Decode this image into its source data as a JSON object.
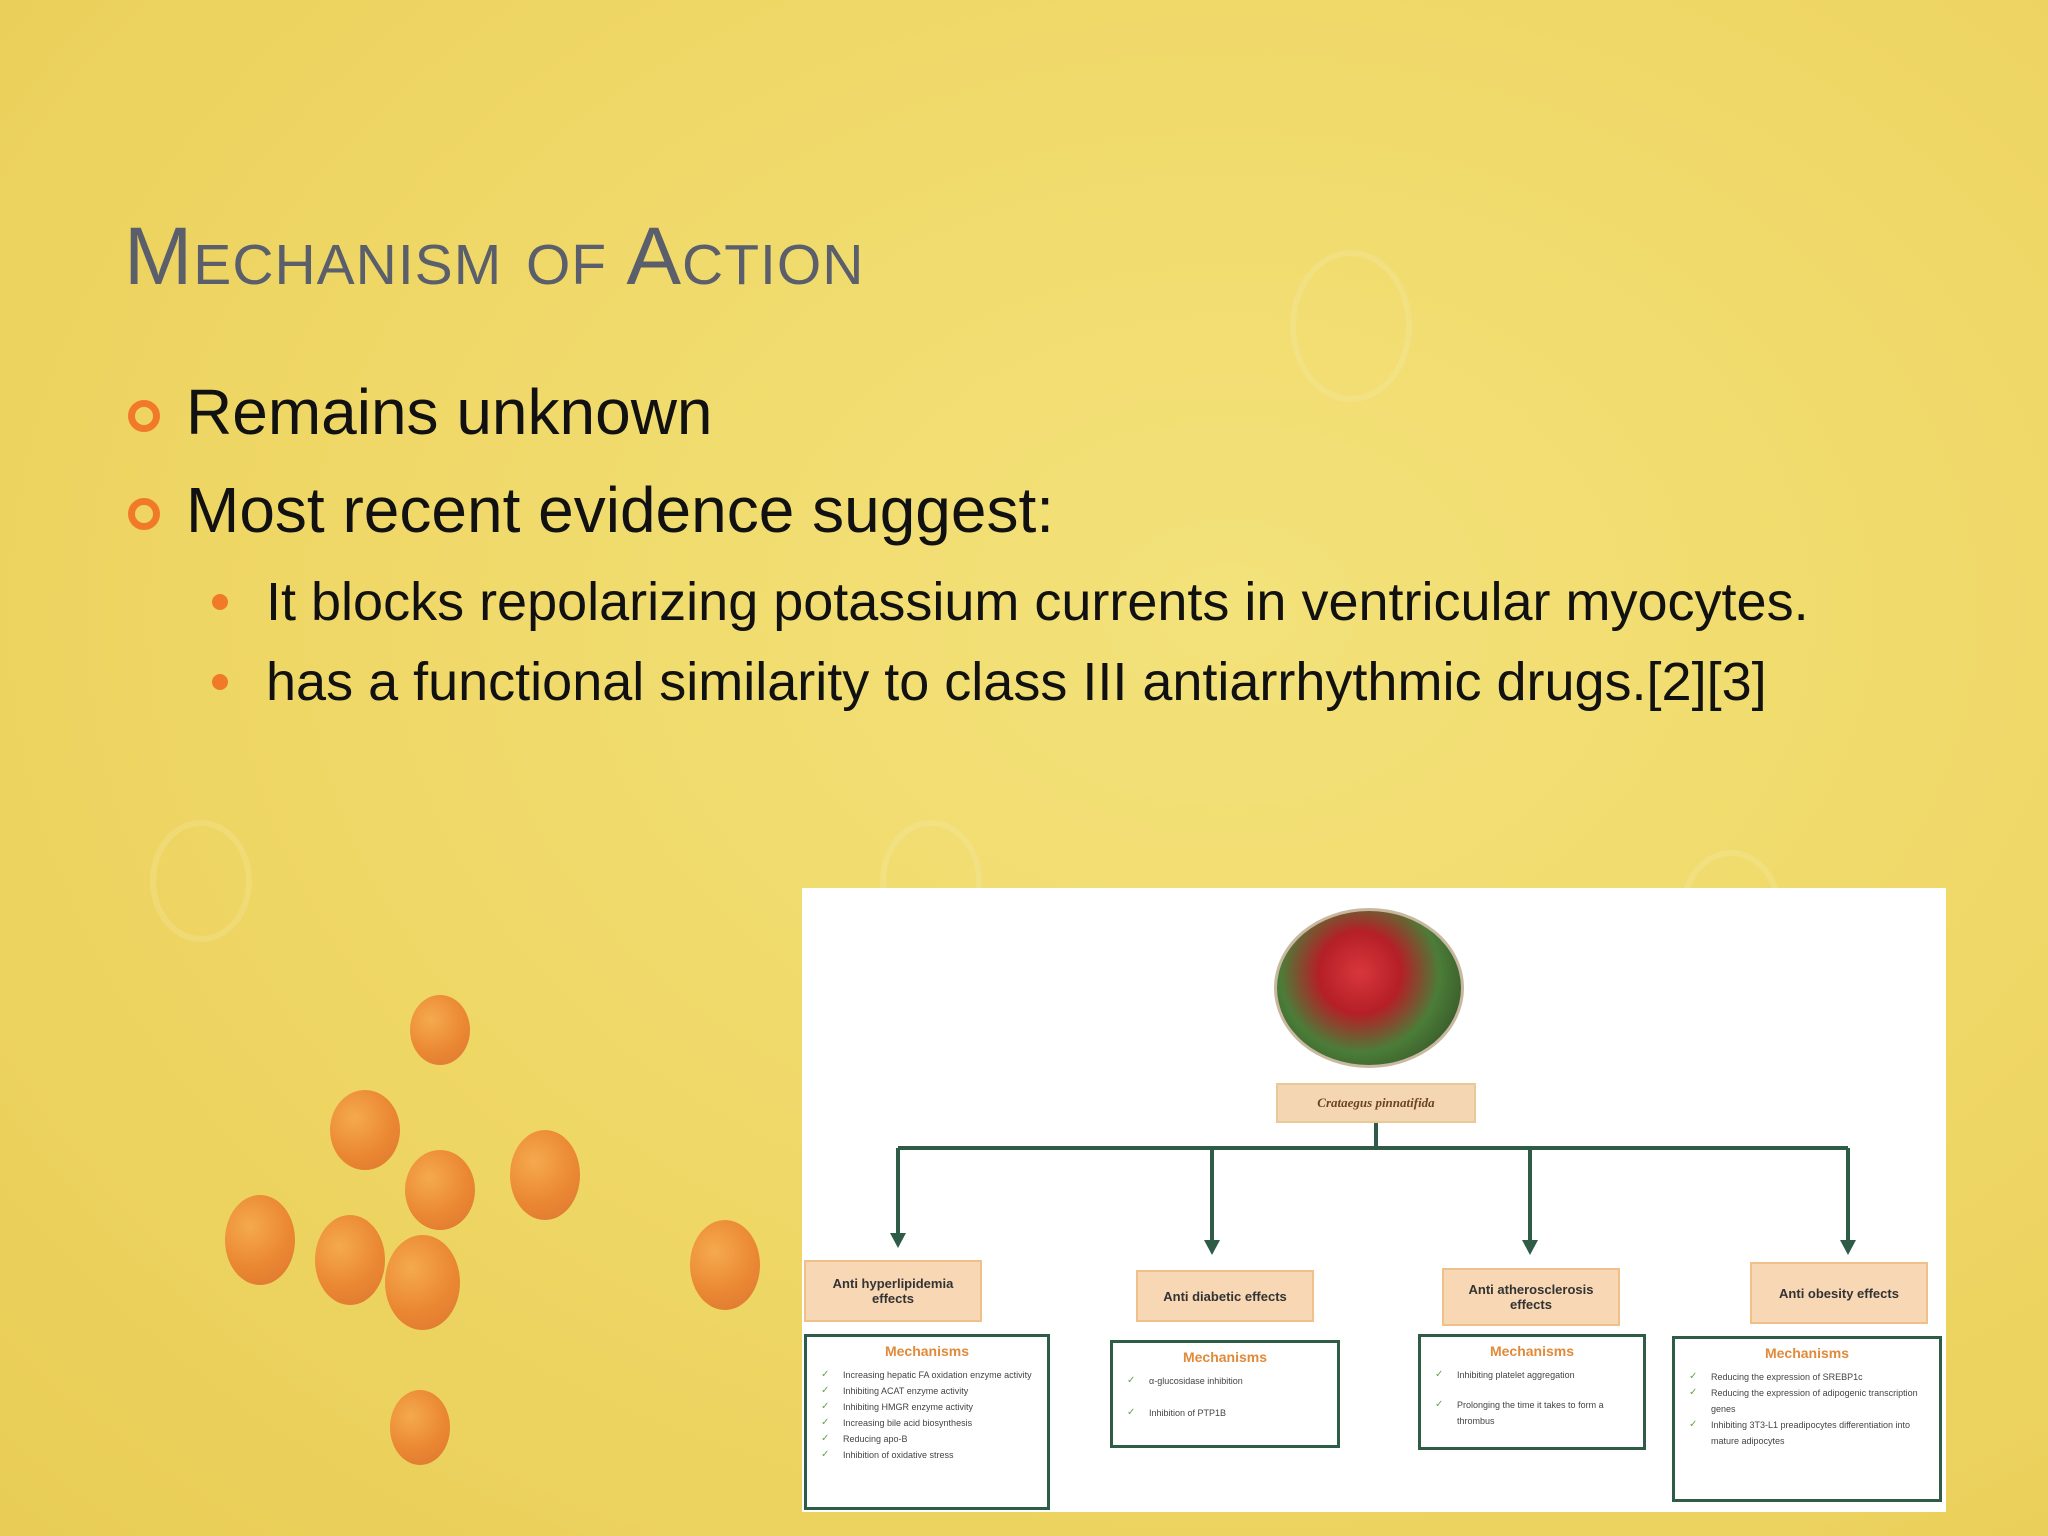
{
  "slide": {
    "title": "Mechanism of Action",
    "bullets": [
      {
        "text": "Remains unknown"
      },
      {
        "text": "Most recent evidence suggest:"
      }
    ],
    "sub_bullets": [
      {
        "text": "It blocks repolarizing potassium currents in ventricular myocytes."
      },
      {
        "text": "has a functional similarity to class III antiarrhythmic drugs.[2][3]"
      }
    ],
    "accent_color": "#f07a2a",
    "title_color": "#5a5f6b",
    "background_color": "#efd766"
  },
  "diagram": {
    "species": "Crataegus pinnatifida",
    "line_color": "#2f5c47",
    "categories": [
      {
        "label": "Anti hyperlipidemia effects",
        "mech_title": "Mechanisms",
        "items": [
          "Increasing hepatic FA oxidation enzyme activity",
          "Inhibiting ACAT enzyme activity",
          "Inhibiting HMGR enzyme activity",
          "Increasing bile acid biosynthesis",
          "Reducing apo-B",
          "Inhibition of oxidative stress"
        ]
      },
      {
        "label": "Anti diabetic effects",
        "mech_title": "Mechanisms",
        "items": [
          "α-glucosidase inhibition",
          "Inhibition of PTP1B"
        ]
      },
      {
        "label": "Anti atherosclerosis effects",
        "mech_title": "Mechanisms",
        "items": [
          "Inhibiting platelet aggregation",
          "Prolonging the time it takes to form a thrombus"
        ]
      },
      {
        "label": "Anti obesity effects",
        "mech_title": "Mechanisms",
        "items": [
          "Reducing the expression of SREBP1c",
          "Reducing the expression of adipogenic transcription genes",
          "Inhibiting 3T3-L1 preadipocytes differentiation into mature adipocytes"
        ]
      }
    ]
  }
}
